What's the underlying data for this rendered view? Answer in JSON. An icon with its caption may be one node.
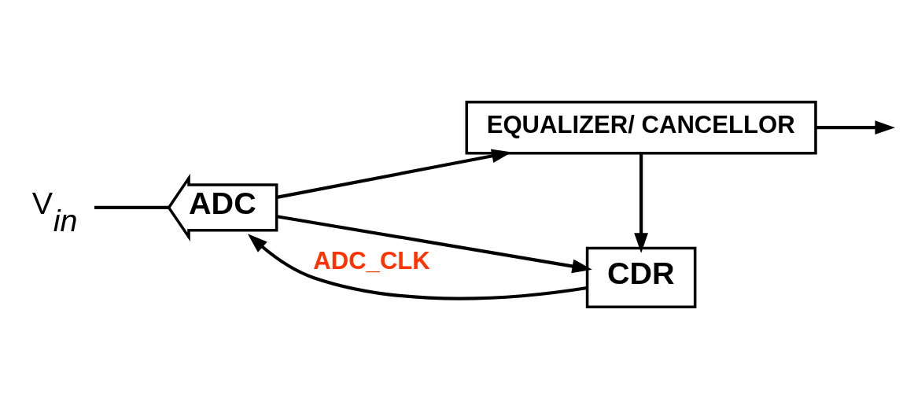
{
  "diagram": {
    "nodes": [
      {
        "text": [
          "V$_{in}$"
        ]
      },
      {
        "text": [
          "ADC"
        ]
      },
      {
        "text": [
          "EQUALIZER/ CANCELLOR"
        ]
      },
      {
        "text": [
          "CDR"
        ]
      }
    ],
    "edges": [
      {
        "from": 0,
        "to": 1,
        "arrow": "none"
      },
      {
        "from": 1,
        "to": 2,
        "arrow": "to"
      },
      {
        "from": 1,
        "to": 3,
        "arrow": "to"
      },
      {
        "from": 2,
        "to": null,
        "arrow": "to"
      },
      {
        "from": 2,
        "to": 3,
        "arrow": "to"
      },
      {
        "from": 3,
        "to": 1,
        "arrow": "to",
        "label": "ADC_CLK"
      }
    ]
  }
}
